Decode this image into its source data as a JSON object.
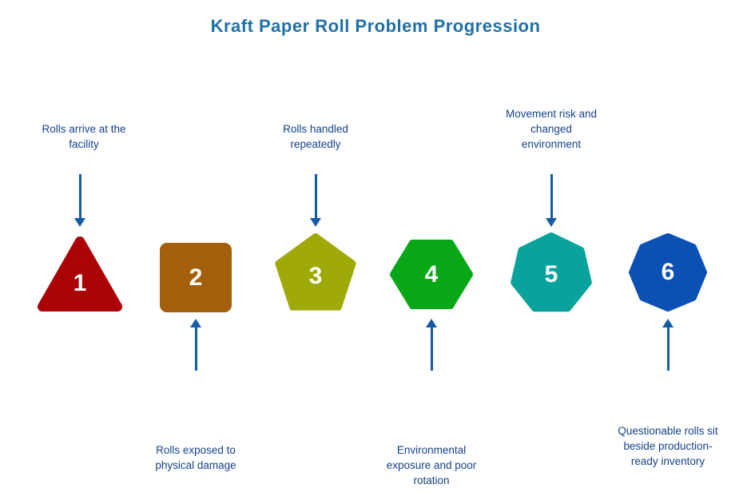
{
  "title": "Kraft Paper Roll Problem Progression",
  "colors": {
    "title": "#1f70a6",
    "label": "#14418a",
    "arrow": "#165ba3",
    "number": "#ffffff"
  },
  "steps": [
    {
      "number": "1",
      "shape": "triangle",
      "shape_color": "#aa0205",
      "label_position": "top",
      "label": "Rolls arrive at the\nfacility"
    },
    {
      "number": "2",
      "shape": "square",
      "shape_color": "#a35f0b",
      "label_position": "bottom",
      "label": "Rolls exposed to\nphysical damage"
    },
    {
      "number": "3",
      "shape": "pentagon",
      "shape_color": "#9fa907",
      "label_position": "top",
      "label": "Rolls handled\nrepeatedly"
    },
    {
      "number": "4",
      "shape": "hexagon",
      "shape_color": "#08a716",
      "label_position": "bottom",
      "label": "Environmental\nexposure and poor\nrotation"
    },
    {
      "number": "5",
      "shape": "heptagon",
      "shape_color": "#09a29c",
      "label_position": "top",
      "label": "Movement risk and\nchanged\nenvironment"
    },
    {
      "number": "6",
      "shape": "octagon",
      "shape_color": "#0c50b3",
      "label_position": "bottom",
      "label": "Questionable rolls sit\nbeside production-\nready inventory"
    }
  ]
}
